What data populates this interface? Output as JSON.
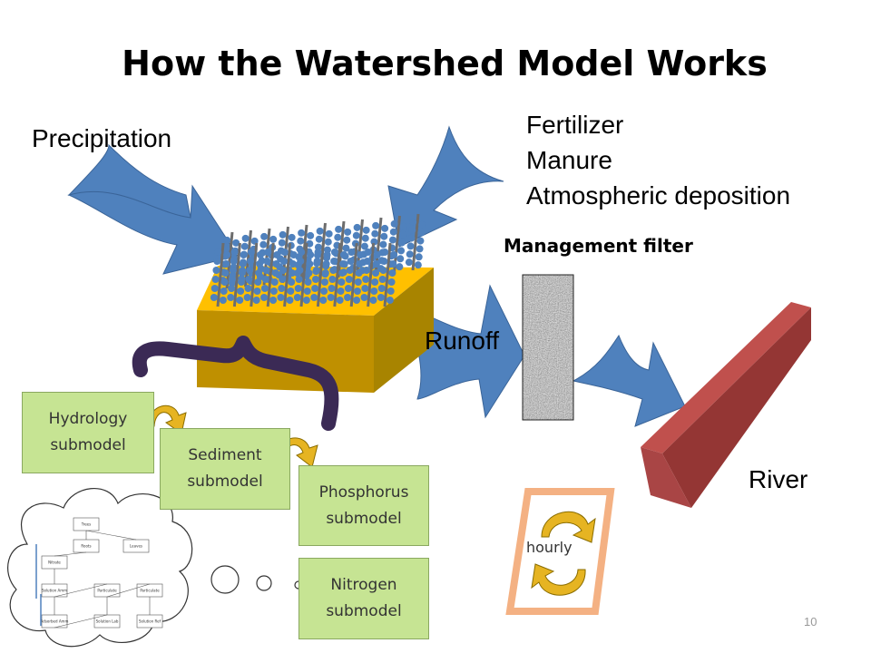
{
  "slide": {
    "title": "How the Watershed Model Works",
    "page_number": "10"
  },
  "labels": {
    "precipitation": "Precipitation",
    "inputs": [
      "Fertilizer",
      "Manure",
      "Atmospheric deposition"
    ],
    "management_filter": "Management filter",
    "runoff": "Runoff",
    "river": "River",
    "hourly": "hourly"
  },
  "submodels": [
    {
      "name": "hydrology",
      "label": "Hydrology\nsubmodel"
    },
    {
      "name": "sediment",
      "label": "Sediment\nsubmodel"
    },
    {
      "name": "phosphorus",
      "label": "Phosphorus\nsubmodel"
    },
    {
      "name": "nitrogen",
      "label": "Nitrogen\nsubmodel"
    }
  ],
  "mini_diagram": {
    "nodes": [
      "Trees",
      "Roots",
      "Leaves",
      "Nitrate",
      "Solution Ammonia",
      "Particulate Labile Organic N",
      "Particulate Refractory Organic N",
      "Adsorbed Ammonia",
      "Solution Labile Organic N",
      "Solution Refractory Organic N"
    ]
  },
  "colors": {
    "arrow_blue": "#4f81bd",
    "soil_top": "#ffc000",
    "river_red": "#a94545",
    "box_green": "#c6e493",
    "hourly_frame": "#f4b183",
    "brace_purple": "#3b2a55"
  }
}
